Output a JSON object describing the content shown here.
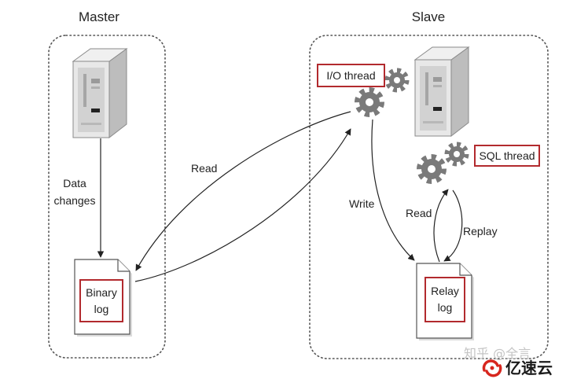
{
  "master": {
    "title": "Master",
    "data_changes_label": "Data changes",
    "binary_log_label": "Binary log"
  },
  "replication": {
    "read_label": "Read"
  },
  "slave": {
    "title": "Slave",
    "io_thread_label": "I/O thread",
    "sql_thread_label": "SQL thread",
    "write_label": "Write",
    "read_label": "Read",
    "replay_label": "Replay",
    "relay_log_label": "Relay log"
  },
  "watermark": {
    "text": "知乎 @全言",
    "logo_text": "亿速云"
  },
  "icons": {
    "server": "server-icon",
    "gear": "gear-icon",
    "document": "document-icon",
    "logo": "logo-icon"
  },
  "colors": {
    "highlight": "#b22a2e",
    "gear": "#7a7a7a",
    "watermark": "#c4c4c4",
    "logo_red": "#d7261e"
  }
}
